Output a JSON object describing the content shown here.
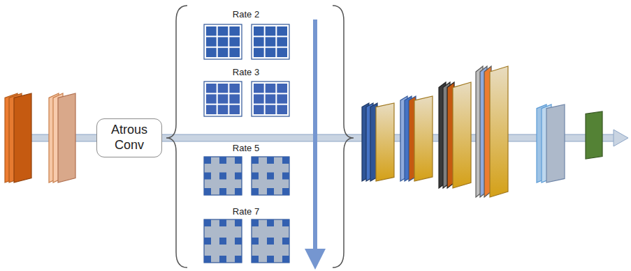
{
  "diagram": {
    "nodes": [
      {
        "text": [
          "Atrous Conv"
        ]
      }
    ],
    "labels": [
      "Rate 2",
      "Rate 3",
      "Rate 5",
      "Rate 7"
    ]
  }
}
